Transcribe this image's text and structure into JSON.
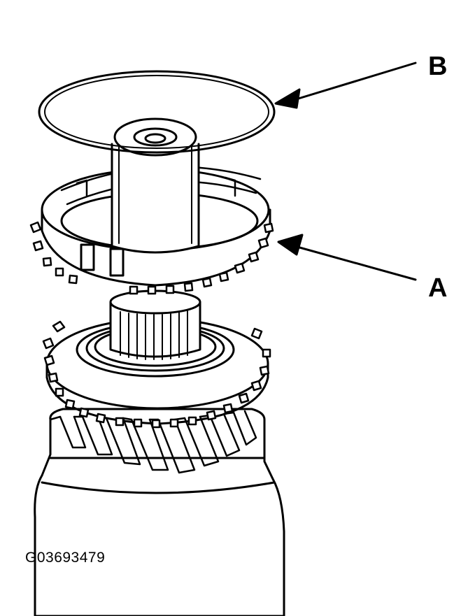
{
  "callouts": {
    "b": "B",
    "a": "A"
  },
  "figure_id": "G03693479",
  "colors": {
    "ink": "#000000",
    "paper": "#ffffff"
  }
}
